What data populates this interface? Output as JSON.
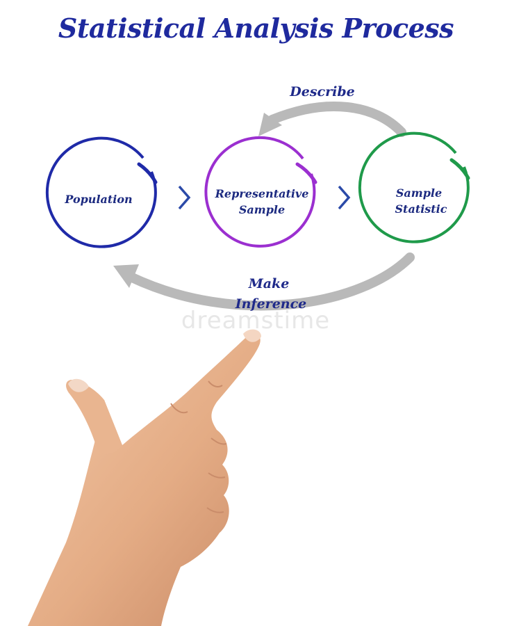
{
  "title": "Statistical Analysis Process",
  "nodes": [
    {
      "id": "population",
      "lines": [
        "Population"
      ],
      "color": "#1f2aa8"
    },
    {
      "id": "representative-sample",
      "lines": [
        "Representative",
        "Sample"
      ],
      "color": "#9b2fd0"
    },
    {
      "id": "sample-statistic",
      "lines": [
        "Sample",
        "Statistic"
      ],
      "color": "#1f9a4a"
    }
  ],
  "edges": {
    "describe": "Describe",
    "make_inference_line1": "Make",
    "make_inference_line2": "Inference"
  },
  "colors": {
    "title": "#1f2a9e",
    "chevron": "#2b4aa8",
    "curved_arrow": "#b9b9b9",
    "skin": "#e8b48f"
  },
  "watermark": "dreamstime"
}
